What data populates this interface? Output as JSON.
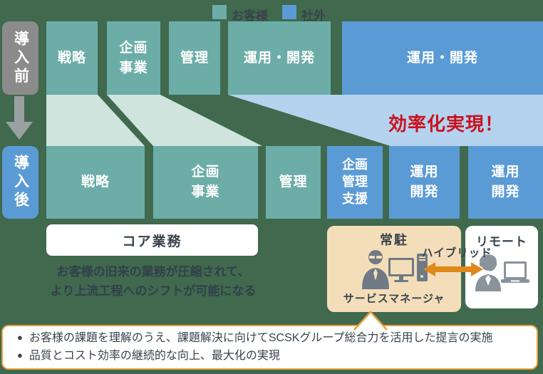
{
  "legend": {
    "customer_label": "お客様",
    "external_label": "社外"
  },
  "phase_labels": {
    "before": "導入前",
    "after": "導入後"
  },
  "top_row": [
    {
      "lines": [
        "戦略"
      ]
    },
    {
      "lines": [
        "企画",
        "事業"
      ]
    },
    {
      "lines": [
        "管理"
      ]
    },
    {
      "lines": [
        "運用・開発"
      ]
    },
    {
      "lines": [
        "運用・開発"
      ]
    }
  ],
  "bottom_row": [
    {
      "lines": [
        "戦略"
      ]
    },
    {
      "lines": [
        "企画",
        "事業"
      ]
    },
    {
      "lines": [
        "管理"
      ]
    },
    {
      "lines": [
        "企画",
        "管理",
        "支援"
      ]
    },
    {
      "lines": [
        "運用",
        "開発"
      ]
    },
    {
      "lines": [
        "運用",
        "開発"
      ]
    }
  ],
  "efficiency_label": "効率化実現！",
  "core_work_label": "コア業務",
  "note": {
    "line1": "お客様の旧来の業務が圧縮されて、",
    "line2": "より上流工程へのシフトが可能になる"
  },
  "resident": {
    "title": "常駐",
    "caption": "サービスマネージャ"
  },
  "remote": {
    "title": "リモート"
  },
  "hybrid_label": "ハイブリッド",
  "callout": {
    "bullets": [
      "お客様の課題を理解のうえ、課題解決に向けてSCSKグループ総合力を活用した提言の実施",
      "品質とコスト効率の継続的な向上、最大化の実現"
    ]
  },
  "colors": {
    "background_green": "#40694E",
    "customer_teal": "#6CADA7",
    "customer_teal_light": "#CFE4DD",
    "external_blue": "#5B9BD5",
    "external_blue_light": "#B5D3EE",
    "before_gray": "#8B8B8B",
    "resident_beige": "#F4DEB9",
    "accent_orange": "#E0881A",
    "callout_border_orange": "#E9A23C",
    "efficiency_red": "#C9121F",
    "dark_text": "#3A434D"
  }
}
